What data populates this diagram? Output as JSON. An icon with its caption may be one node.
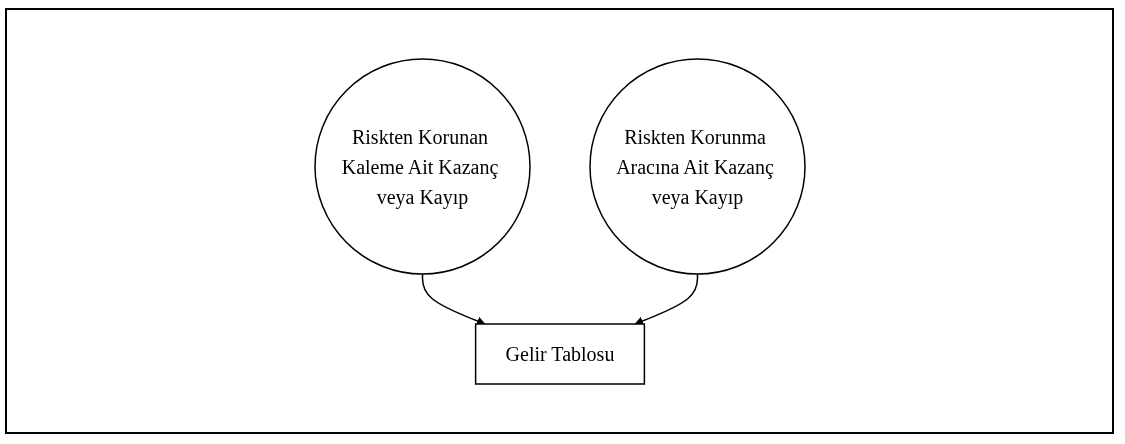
{
  "diagram": {
    "nodes": [
      {
        "text": [
          "Riskten Korunan Kaleme Ait Kazanç veya Kayıp"
        ]
      },
      {
        "text": [
          "Riskten Korunma Aracına Ait Kazanç veya Kayıp"
        ]
      },
      {
        "text": [
          "Gelir Tablosu"
        ]
      }
    ],
    "edges": [
      {
        "from": 0,
        "to": 2,
        "arrow": "to"
      },
      {
        "from": 1,
        "to": 2,
        "arrow": "to"
      }
    ]
  }
}
